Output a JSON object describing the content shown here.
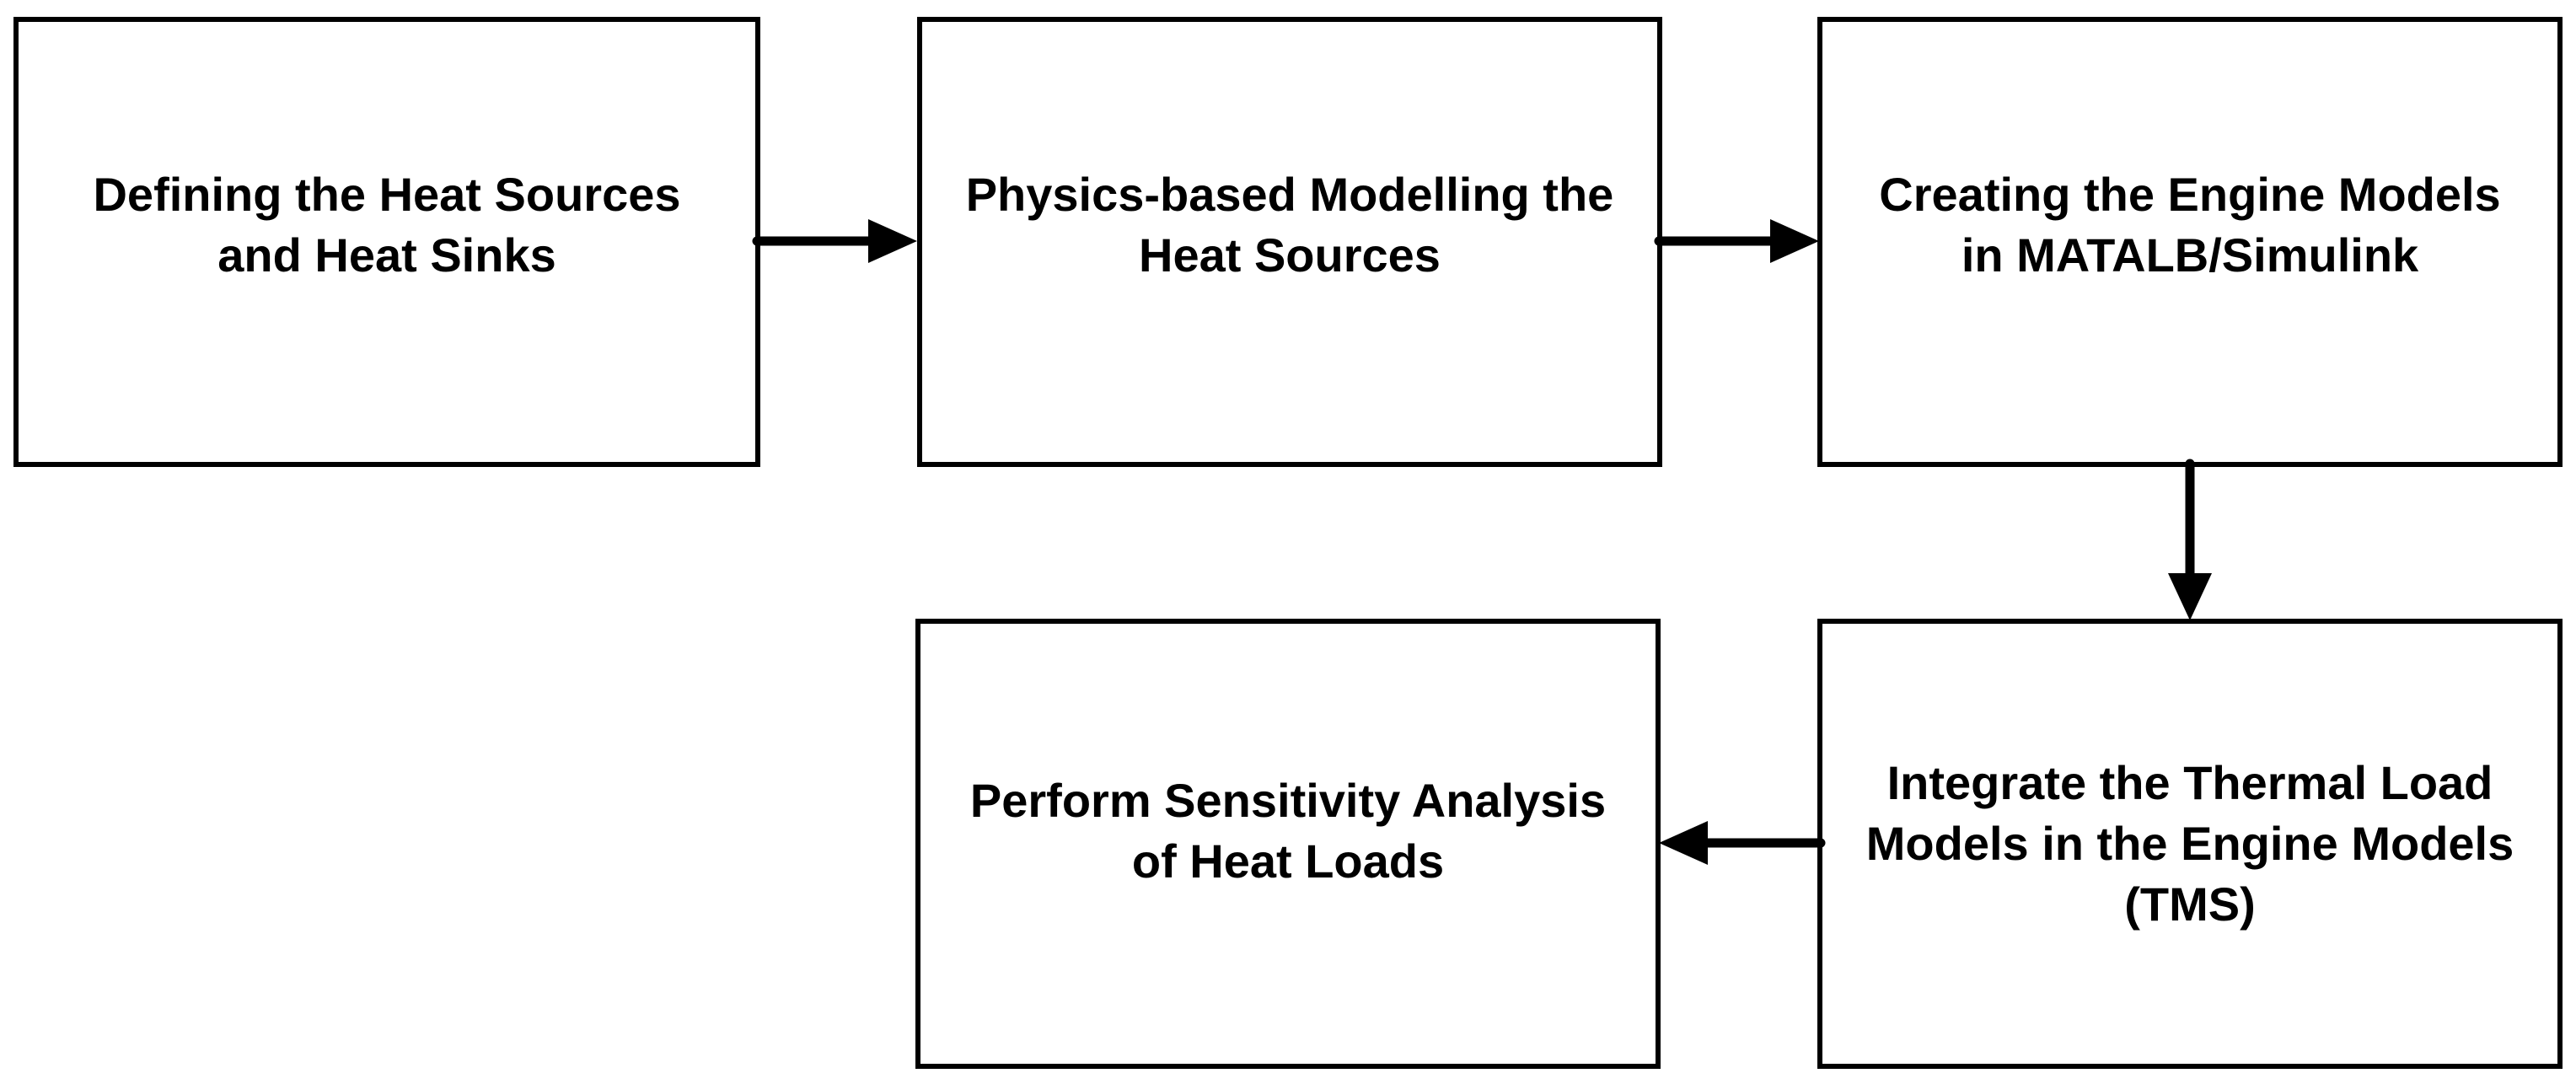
{
  "flowchart": {
    "boxes": [
      {
        "id": "b1",
        "label": "Defining the Heat Sources\nand Heat Sinks"
      },
      {
        "id": "b2",
        "label": "Physics-based Modelling the\nHeat Sources"
      },
      {
        "id": "b3",
        "label": "Creating the Engine Models\nin MATALB/Simulink"
      },
      {
        "id": "b4",
        "label": "Perform Sensitivity Analysis\nof Heat Loads"
      },
      {
        "id": "b5",
        "label": "Integrate the Thermal Load\nModels in the Engine Models\n(TMS)"
      }
    ],
    "connections": [
      {
        "from": "b1",
        "to": "b2"
      },
      {
        "from": "b2",
        "to": "b3"
      },
      {
        "from": "b3",
        "to": "b5"
      },
      {
        "from": "b5",
        "to": "b4"
      }
    ]
  },
  "colors": {
    "stroke": "#000000",
    "background": "#ffffff",
    "text": "#000000"
  }
}
